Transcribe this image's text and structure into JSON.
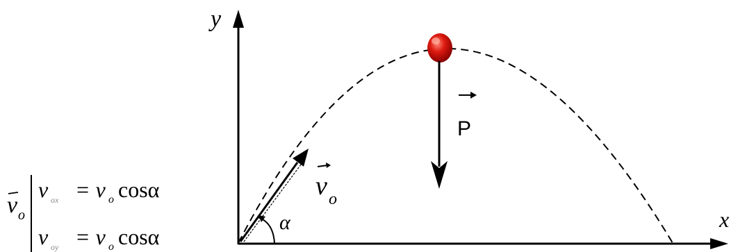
{
  "diagram": {
    "axis_y_label": "y",
    "axis_x_label": "x",
    "velocity_vector_label": "v",
    "velocity_vector_subscript": "o",
    "angle_label": "α",
    "weight_vector_label": "P"
  },
  "equations": {
    "vector_symbol": "v",
    "vector_subscript": "o",
    "line1": {
      "lhs": "v",
      "lhs_subscript": "ox",
      "rhs": "= v",
      "rhs_subscript": "o",
      "func": "cosα"
    },
    "line2": {
      "lhs": "v",
      "lhs_subscript": "oy",
      "rhs": "= v",
      "rhs_subscript": "o",
      "func": "cosα"
    }
  },
  "colors": {
    "ink": "#000000",
    "ball": "#cc0000",
    "ball_highlight": "#ff6a5a"
  }
}
